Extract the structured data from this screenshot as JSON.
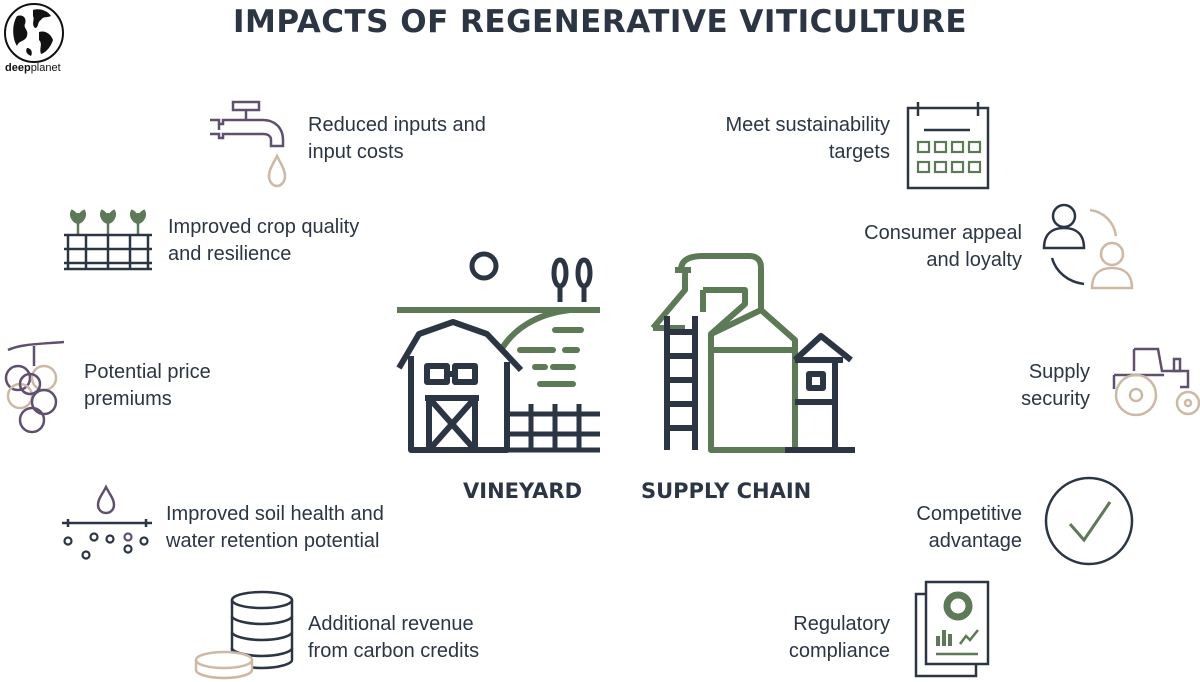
{
  "title": "IMPACTS OF REGENERATIVE VITICULTURE",
  "logo": {
    "text_bold": "deep",
    "text_regular": "planet"
  },
  "colors": {
    "navy": "#2b3544",
    "green": "#5d7a57",
    "purple": "#5f5070",
    "tan": "#cdb9a3"
  },
  "center": {
    "left_label": "VINEYARD",
    "right_label": "SUPPLY CHAIN"
  },
  "left_items": [
    {
      "icon": "faucet-icon",
      "line1": "Reduced inputs and",
      "line2": "input costs"
    },
    {
      "icon": "crop-planter-icon",
      "line1": "Improved crop quality",
      "line2": "and resilience"
    },
    {
      "icon": "grapes-icon",
      "line1": "Potential price",
      "line2": "premiums"
    },
    {
      "icon": "soil-water-icon",
      "line1": "Improved soil health and",
      "line2": "water retention potential"
    },
    {
      "icon": "coin-stack-icon",
      "line1": "Additional revenue",
      "line2": "from carbon credits"
    }
  ],
  "right_items": [
    {
      "icon": "calendar-icon",
      "line1": "Meet sustainability",
      "line2": "targets"
    },
    {
      "icon": "users-icon",
      "line1": "Consumer appeal",
      "line2": "and loyalty"
    },
    {
      "icon": "tractor-icon",
      "line1": "Supply",
      "line2": "security"
    },
    {
      "icon": "checkmark-circle-icon",
      "line1": "Competitive",
      "line2": "advantage"
    },
    {
      "icon": "report-document-icon",
      "line1": "Regulatory",
      "line2": "compliance"
    }
  ]
}
